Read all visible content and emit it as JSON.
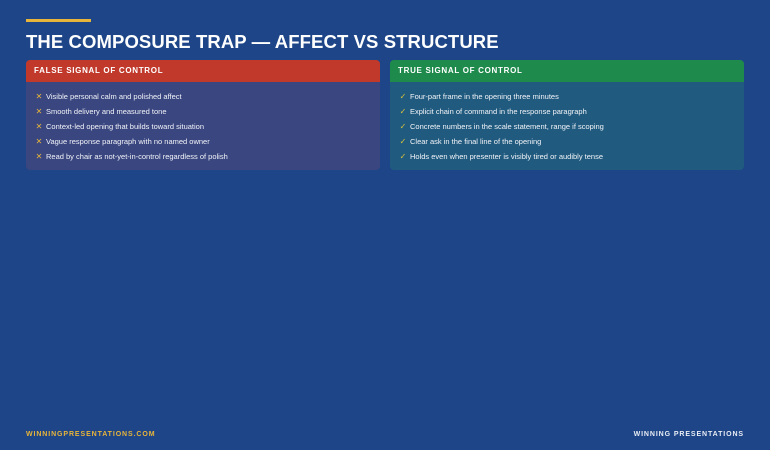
{
  "slide": {
    "title": "THE COMPOSURE TRAP — AFFECT VS STRUCTURE"
  },
  "false_panel": {
    "header": "FALSE SIGNAL OF CONTROL",
    "icon": "x-mark-icon",
    "items": [
      "Visible personal calm and polished affect",
      "Smooth delivery and measured tone",
      "Context-led opening that builds toward situation",
      "Vague response paragraph with no named owner",
      "Read by chair as not-yet-in-control regardless of polish"
    ]
  },
  "true_panel": {
    "header": "TRUE SIGNAL OF CONTROL",
    "icon": "check-mark-icon",
    "items": [
      "Four-part frame in the opening three minutes",
      "Explicit chain of command in the response paragraph",
      "Concrete numbers in the scale statement, range if scoping",
      "Clear ask in the final line of the opening",
      "Holds even when presenter is visibly tired or audibly tense"
    ]
  },
  "footer": {
    "website": "WINNINGPRESENTATIONS.COM",
    "brand": "WINNING PRESENTATIONS"
  },
  "colors": {
    "background": "#1e4587",
    "accent": "#e8b53a",
    "false_header": "#c0392b",
    "true_header": "#1e8a4c"
  }
}
